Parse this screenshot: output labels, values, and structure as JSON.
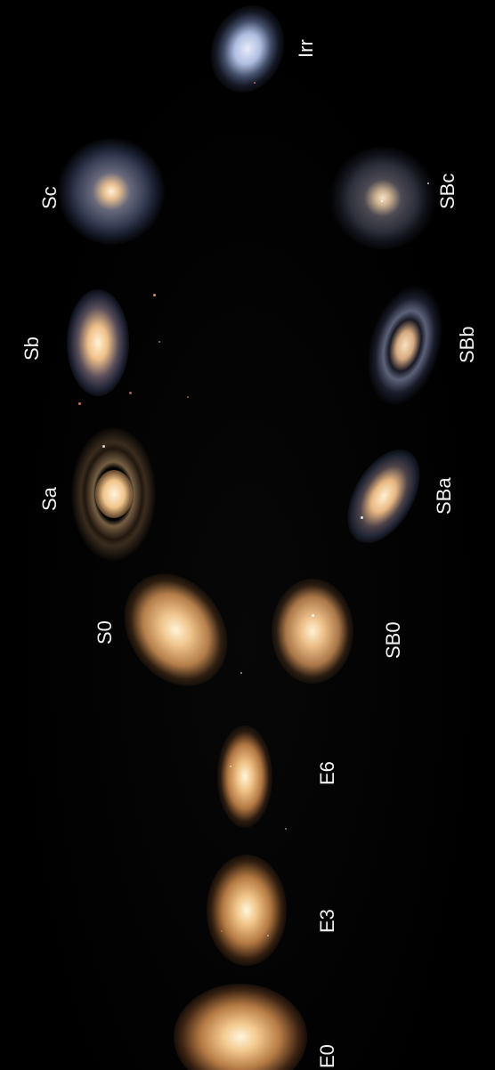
{
  "diagram": {
    "labels": {
      "e0": "E0",
      "e3": "E3",
      "e6": "E6",
      "s0": "S0",
      "sa": "Sa",
      "sb": "Sb",
      "sc": "Sc",
      "sb0": "SB0",
      "sba": "SBa",
      "sbb": "SBb",
      "sbc": "SBc",
      "irr": "Irr"
    }
  }
}
